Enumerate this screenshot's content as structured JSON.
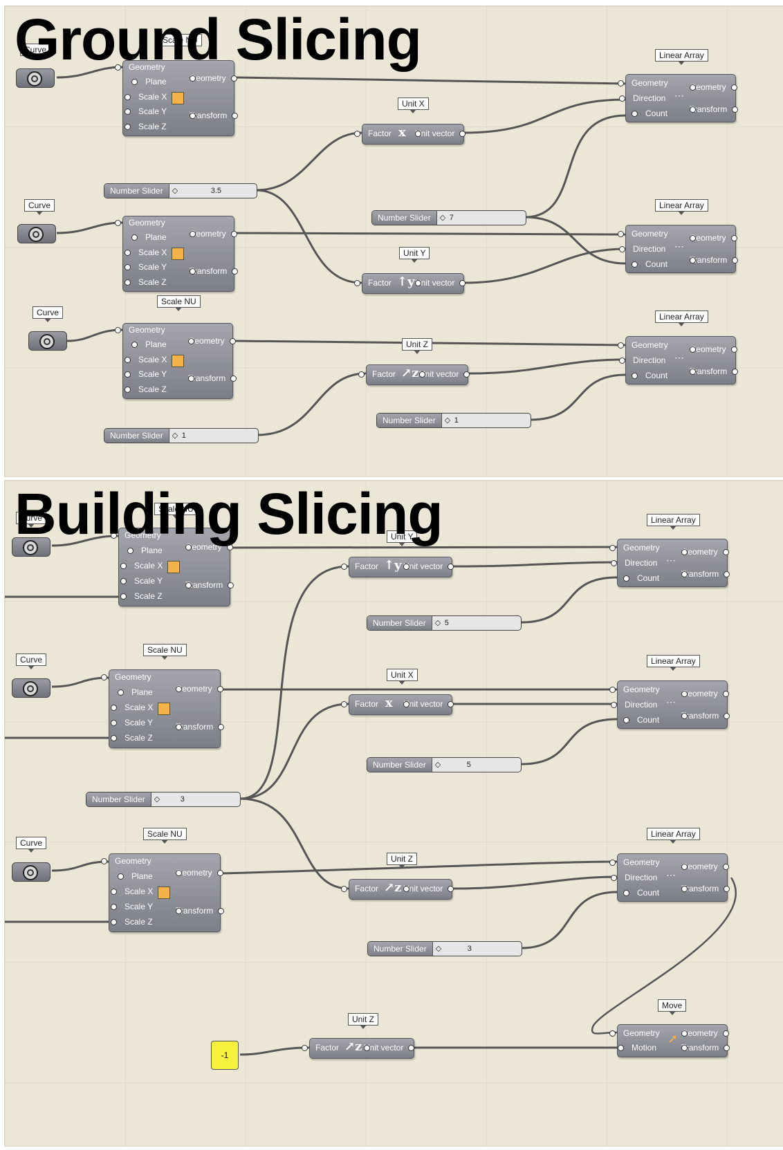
{
  "ground": {
    "title": "Ground Slicing",
    "curve_tag": "Curve",
    "scale_tag": "Scale NU",
    "array_tag": "Linear Array",
    "unit_x": "Unit X",
    "unit_y": "Unit Y",
    "unit_z": "Unit Z",
    "slider_a": {
      "label": "Number Slider",
      "value": "3.5"
    },
    "slider_b": {
      "label": "Number Slider",
      "value": "7"
    },
    "slider_c": {
      "label": "Number Slider",
      "value": "1"
    },
    "slider_d": {
      "label": "Number Slider",
      "value": "1"
    }
  },
  "building": {
    "title": "Building Slicing",
    "curve_tag": "Curve",
    "scale_tag": "Scale NU",
    "array_tag": "Linear Array",
    "move_tag": "Move",
    "unit_x": "Unit X",
    "unit_y": "Unit Y",
    "unit_z": "Unit Z",
    "slider_a": {
      "label": "Number Slider",
      "value": "5"
    },
    "slider_b": {
      "label": "Number Slider",
      "value": "5"
    },
    "slider_c": {
      "label": "Number Slider",
      "value": "3"
    },
    "slider_d": {
      "label": "Number Slider",
      "value": "3"
    },
    "panel_value": "-1"
  },
  "ports": {
    "geometry": "Geometry",
    "plane": "Plane",
    "scale_x": "Scale X",
    "scale_y": "Scale Y",
    "scale_z": "Scale Z",
    "transform": "Transform",
    "direction": "Direction",
    "count": "Count",
    "factor": "Factor",
    "unit_vector": "Unit vector",
    "motion": "Motion"
  },
  "icons": {
    "scale": "scale-nu-icon",
    "array": "linear-array-icon",
    "move": "move-arrow-icon",
    "curve": "curve-param-icon"
  }
}
